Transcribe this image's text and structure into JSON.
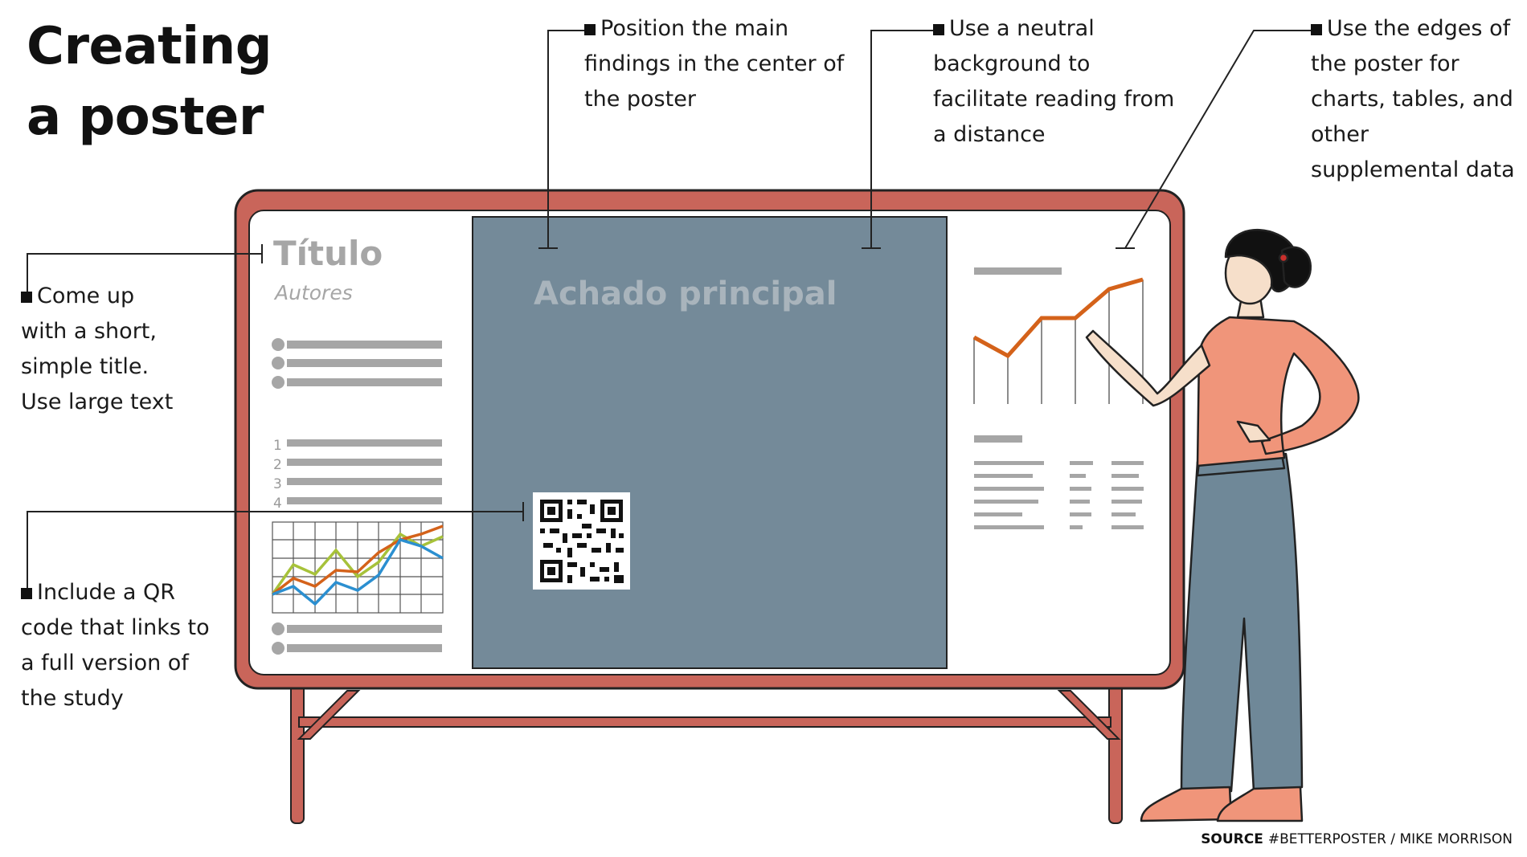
{
  "title": {
    "line1": "Creating",
    "line2": "a poster"
  },
  "callouts": {
    "center": {
      "lines": [
        "Position the main",
        "findings in the center of",
        "the poster"
      ]
    },
    "background": {
      "lines": [
        "Use a neutral",
        "background to",
        "facilitate reading from",
        "a distance"
      ]
    },
    "edges": {
      "lines": [
        "Use the edges of",
        "the poster for",
        "charts, tables, and",
        "other",
        "supplemental data"
      ]
    },
    "title_tip": {
      "lines": [
        "Come up",
        "with a short,",
        "simple title.",
        "Use large text"
      ]
    },
    "qr": {
      "lines": [
        "Include a QR",
        "code that links to",
        "a full version of",
        "the study"
      ]
    }
  },
  "poster": {
    "title": "Título",
    "authors": "Autores",
    "main_finding": "Achado principal",
    "numbers": [
      "1",
      "2",
      "3",
      "4"
    ]
  },
  "source": {
    "label": "SOURCE",
    "text": "#BETTERPOSTER / MIKE MORRISON"
  },
  "colors": {
    "frame": "#c9655a",
    "panel_center": "#748a99",
    "line_orange": "#d4621a",
    "line_green": "#a7c23a",
    "line_blue": "#2b8fd0",
    "placeholder_gray": "#a6a6a6",
    "shirt": "#f0957a",
    "pants": "#6f8898"
  }
}
